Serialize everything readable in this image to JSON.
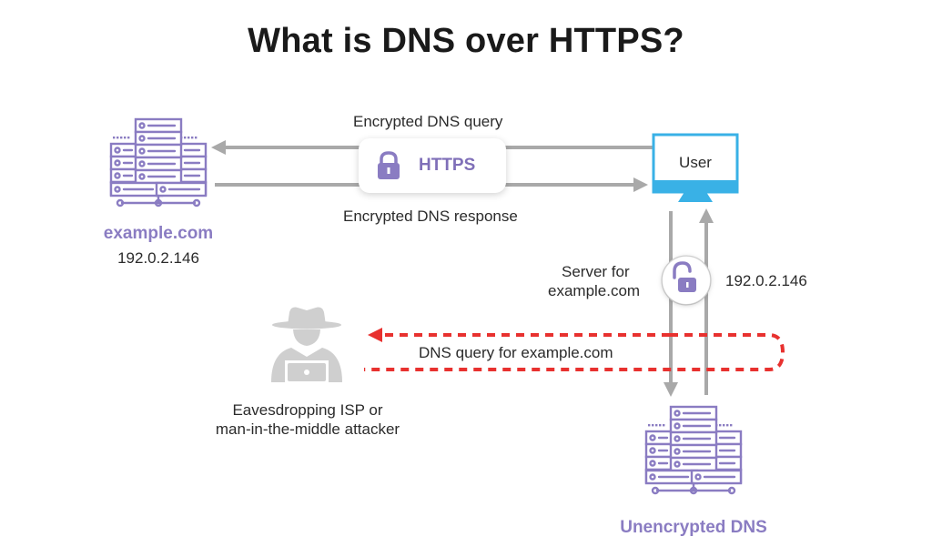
{
  "title": "What is DNS over HTTPS?",
  "left_server": {
    "name": "example.com",
    "ip": "192.0.2.146"
  },
  "encrypted_query_label": "Encrypted DNS query",
  "encrypted_response_label": "Encrypted DNS response",
  "https_badge": "HTTPS",
  "user_label": "User",
  "server_for_label": [
    "Server for",
    "example.com"
  ],
  "returned_ip": "192.0.2.146",
  "dns_query_label": "DNS query for example.com",
  "attacker_label": [
    "Eavesdropping ISP or",
    "man-in-the-middle attacker"
  ],
  "unencrypted_dns_label": "Unencrypted DNS",
  "colors": {
    "purple": "#8a7cc2",
    "arrow_gray": "#a9a9a9",
    "red_dashed": "#e8312f",
    "monitor_blue": "#39b1e6",
    "attacker_gray": "#cfcfcf"
  },
  "icons": [
    "server-rack-icon",
    "lock-closed-icon",
    "lock-open-icon",
    "monitor-icon",
    "hacker-icon"
  ]
}
